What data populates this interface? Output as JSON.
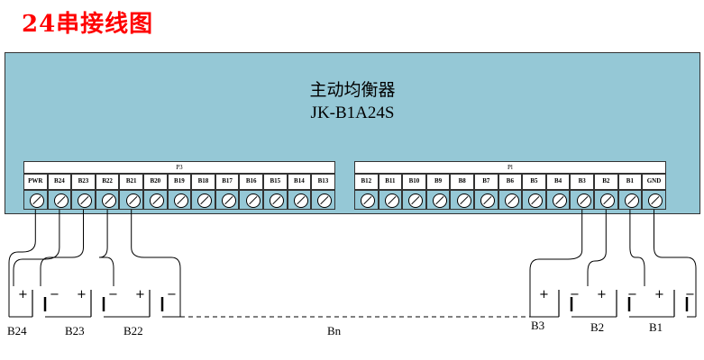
{
  "title": "24串接线图",
  "device": {
    "name": "主动均衡器",
    "model": "JK-B1A24S"
  },
  "connectors": [
    {
      "label": "P3",
      "pins": [
        "PWR",
        "B24",
        "B23",
        "B22",
        "B21",
        "B20",
        "B19",
        "B18",
        "B17",
        "B16",
        "B15",
        "B14",
        "B13"
      ]
    },
    {
      "label": "Pl",
      "pins": [
        "B12",
        "B11",
        "B10",
        "B9",
        "B8",
        "B7",
        "B6",
        "B5",
        "B4",
        "B3",
        "B2",
        "B1",
        "GND"
      ]
    }
  ],
  "batteries": {
    "left": [
      "B24",
      "B23",
      "B22"
    ],
    "middle": "Bn",
    "right": [
      "B3",
      "B2",
      "B1"
    ],
    "plus": "+",
    "minus": "−"
  }
}
